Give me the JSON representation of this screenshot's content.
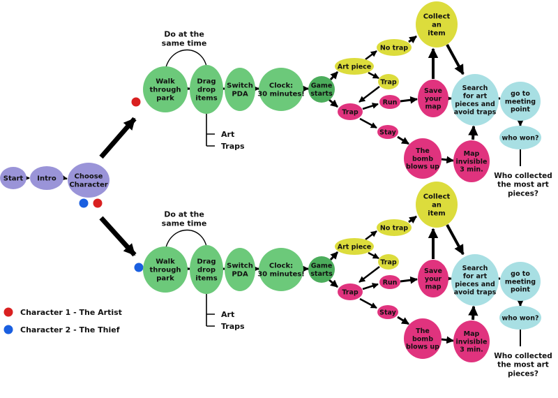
{
  "colors": {
    "start_node": "#9a94d8",
    "green_node": "#6cc97a",
    "dark_green_node": "#4cad5c",
    "pink_node": "#e0337e",
    "yellow_node": "#dcdc3c",
    "cyan_node": "#a8dfe3",
    "artist_dot": "#d92020",
    "thief_dot": "#1a5fe0",
    "line": "#000000"
  },
  "common": {
    "start": "Start",
    "intro": "Intro",
    "choose_character": [
      "Choose",
      "Character"
    ]
  },
  "branches": [
    {
      "do_at_same_time": [
        "Do at the",
        "same time"
      ],
      "walk_through_park": [
        "Walk",
        "through",
        "park"
      ],
      "drag_drop_items": [
        "Drag",
        "drop",
        "items"
      ],
      "switch_pda": [
        "Switch",
        "PDA"
      ],
      "clock": [
        "Clock:",
        "30 minutes!"
      ],
      "game_starts": [
        "Game",
        "starts"
      ],
      "art_piece": "Art piece",
      "no_trap": "No trap",
      "trap_small": "Trap",
      "trap": "Trap",
      "run": "Run",
      "stay": "Stay",
      "collect_item": [
        "Collect",
        "an",
        "item"
      ],
      "save_map": [
        "Save",
        "your",
        "map"
      ],
      "search": [
        "Search",
        "for art",
        "pieces and",
        "avoid traps"
      ],
      "meeting_point": [
        "go to",
        "meeting",
        "point"
      ],
      "who_won": "who won?",
      "bomb": [
        "The",
        "bomb",
        "blows up"
      ],
      "map_invisible": [
        "Map",
        "invisible",
        "3 min."
      ],
      "sub_art": "Art",
      "sub_traps": "Traps",
      "who_collected": [
        "Who collected",
        "the most art",
        "pieces?"
      ]
    },
    {
      "do_at_same_time": [
        "Do at the",
        "same time"
      ],
      "walk_through_park": [
        "Walk",
        "through",
        "park"
      ],
      "drag_drop_items": [
        "Drag",
        "drop",
        "items"
      ],
      "switch_pda": [
        "Switch",
        "PDA"
      ],
      "clock": [
        "Clock:",
        "30 minutes!"
      ],
      "game_starts": [
        "Game",
        "starts"
      ],
      "art_piece": "Art piece",
      "no_trap": "No trap",
      "trap_small": "Trap",
      "trap": "Trap",
      "run": "Run",
      "stay": "Stay",
      "collect_item": [
        "Collect",
        "an",
        "item"
      ],
      "save_map": [
        "Save",
        "your",
        "map"
      ],
      "search": [
        "Search",
        "for art",
        "pieces and",
        "avoid traps"
      ],
      "meeting_point": [
        "go to",
        "meeting",
        "point"
      ],
      "who_won": "who won?",
      "bomb": [
        "The",
        "bomb",
        "blows up"
      ],
      "map_invisible": [
        "Map",
        "invisible",
        "3 min."
      ],
      "sub_art": "Art",
      "sub_traps": "Traps",
      "who_collected": [
        "Who collected",
        "the most art",
        "pieces?"
      ]
    }
  ],
  "legend": [
    {
      "label": "Character 1 - The Artist",
      "color": "#d92020"
    },
    {
      "label": "Character 2 - The Thief",
      "color": "#1a5fe0"
    }
  ]
}
